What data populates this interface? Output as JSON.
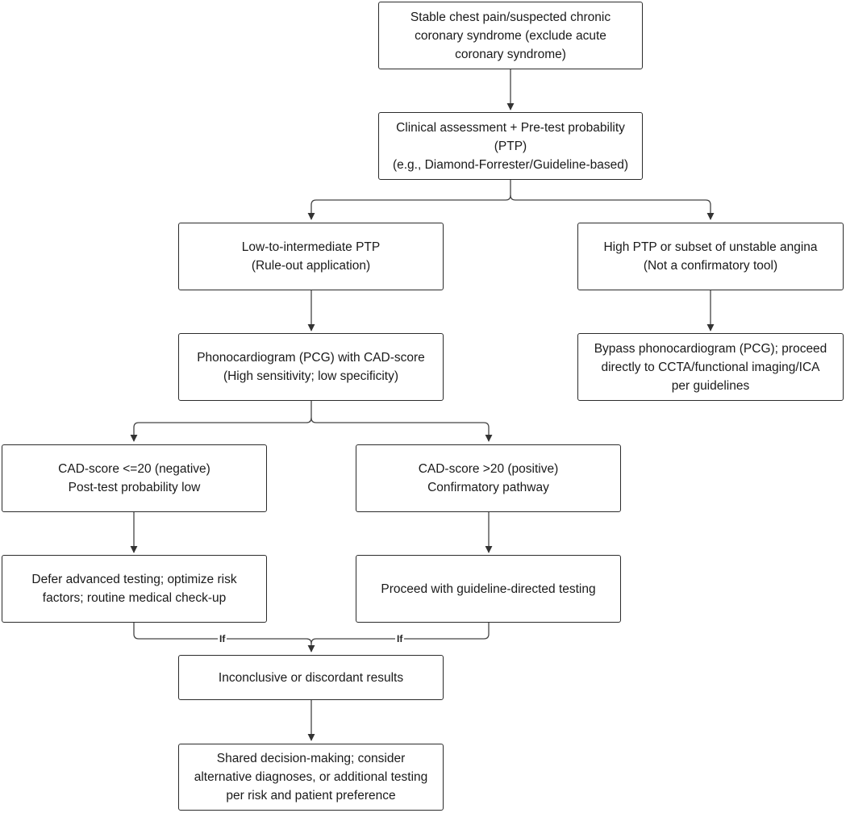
{
  "nodes": {
    "n1": [
      "Stable chest pain/suspected chronic",
      "coronary syndrome (exclude acute",
      "coronary syndrome)"
    ],
    "n2": [
      "Clinical assessment + Pre-test probability",
      "(PTP)",
      "(e.g., Diamond-Forrester/Guideline-based)"
    ],
    "n3": [
      "Low-to-intermediate PTP",
      "(Rule-out application)"
    ],
    "n4": [
      "High PTP or subset of unstable angina",
      "(Not a confirmatory tool)"
    ],
    "n5": [
      "Phonocardiogram (PCG) with CAD-score",
      "(High sensitivity; low specificity)"
    ],
    "n6": [
      "Bypass phonocardiogram (PCG); proceed",
      "directly to CCTA/functional imaging/ICA",
      "per guidelines"
    ],
    "n7": [
      "CAD-score <=20 (negative)",
      "Post-test probability low"
    ],
    "n8": [
      "CAD-score >20 (positive)",
      "Confirmatory pathway"
    ],
    "n9": [
      "Defer advanced testing; optimize risk",
      "factors; routine medical check-up"
    ],
    "n10": [
      "Proceed with guideline-directed testing"
    ],
    "n11": [
      "Inconclusive or discordant results"
    ],
    "n12": [
      "Shared decision-making; consider",
      "alternative diagnoses, or additional testing",
      "per risk and patient preference"
    ]
  },
  "edge_labels": {
    "left_if": "If",
    "right_if": "If"
  }
}
